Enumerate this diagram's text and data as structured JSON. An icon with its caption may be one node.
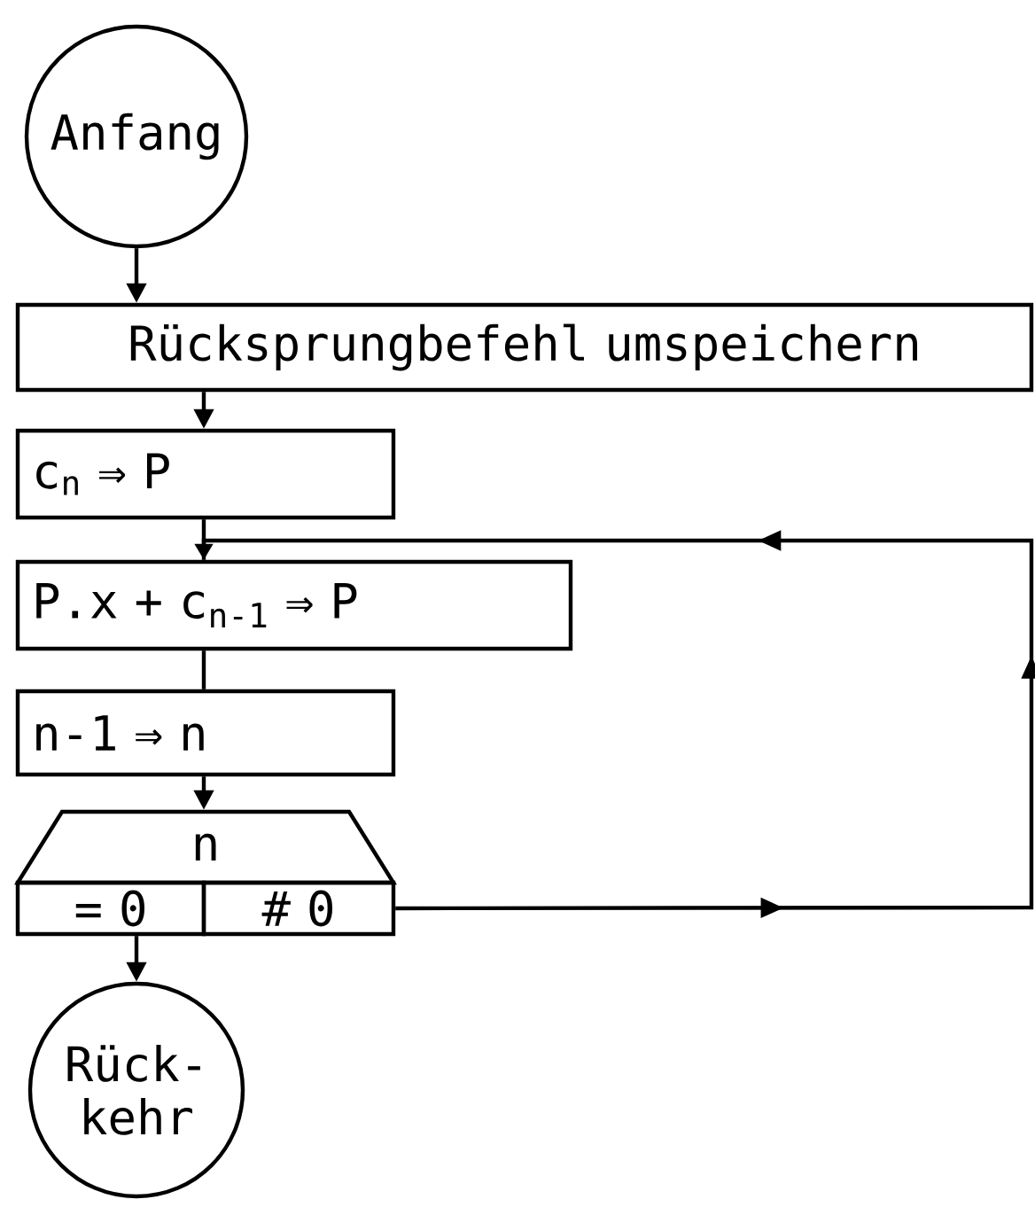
{
  "diagram": {
    "nodes": [
      {
        "text": [
          "Anfang"
        ]
      },
      {
        "text": [
          "Rücksprungbefehl umspeichern"
        ]
      },
      {
        "text": [
          "c$_{n}$ ⇒ P"
        ]
      },
      {
        "text": [
          "P.x + c$_{n-1}$ ⇒ P"
        ]
      },
      {
        "text": [
          "n-1 ⇒ n"
        ]
      },
      {
        "text": [
          "n"
        ]
      },
      {
        "text": [
          "= 0"
        ]
      },
      {
        "text": [
          "# 0"
        ]
      },
      {
        "text": [
          "Rück- kehr"
        ]
      }
    ],
    "edges": [
      {
        "from": 0,
        "to": 1,
        "arrow": "to"
      },
      {
        "from": 1,
        "to": 2,
        "arrow": "to"
      },
      {
        "from": 2,
        "to": 3,
        "arrow": "none"
      },
      {
        "from": 3,
        "to": 4,
        "arrow": "none"
      },
      {
        "from": 4,
        "to": 5,
        "arrow": "to"
      },
      {
        "from": 6,
        "to": 8,
        "arrow": "to"
      },
      {
        "from": 7,
        "to": 3,
        "arrow": "to"
      }
    ]
  }
}
